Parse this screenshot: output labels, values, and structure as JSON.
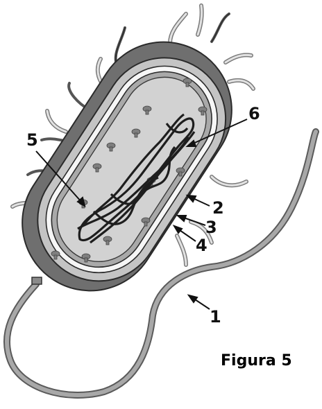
{
  "figure": {
    "caption": "Figura 5",
    "callouts": [
      {
        "id": "1",
        "label": "1"
      },
      {
        "id": "2",
        "label": "2"
      },
      {
        "id": "3",
        "label": "3"
      },
      {
        "id": "4",
        "label": "4"
      },
      {
        "id": "5",
        "label": "5"
      },
      {
        "id": "6",
        "label": "6"
      }
    ]
  },
  "colors": {
    "capsule": "#6f6f6f",
    "cell_wall": "#bdbdbd",
    "membrane_gap": "#f4f4f4",
    "membrane": "#a9a9a9",
    "cytoplasm": "#d2d2d2",
    "ribosome": "#7f7f7f",
    "dna": "#222222",
    "flagellum": "#9a9a9a",
    "pili_light": "#d8d8d8",
    "pili_dark": "#555555",
    "outline": "#2a2a2a"
  }
}
